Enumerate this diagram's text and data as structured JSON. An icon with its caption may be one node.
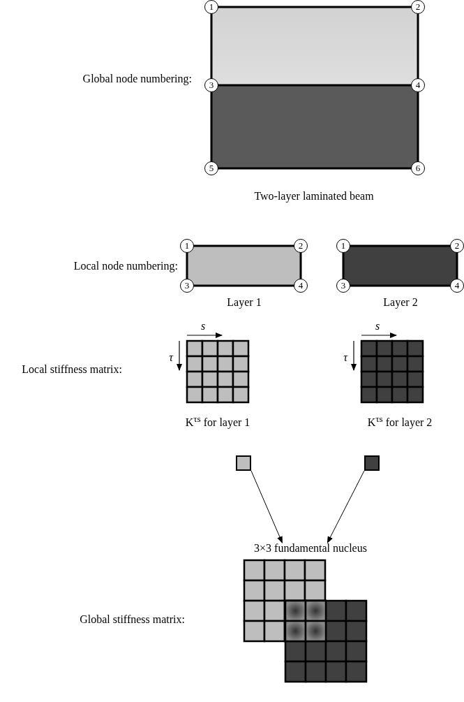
{
  "diagram": {
    "nodes": [
      {
        "text": [
          "1"
        ]
      },
      {
        "text": [
          "2"
        ]
      },
      {
        "text": [
          "3"
        ]
      },
      {
        "text": [
          "4"
        ]
      },
      {
        "text": [
          "5"
        ]
      },
      {
        "text": [
          "6"
        ]
      },
      {
        "text": [
          "1"
        ]
      },
      {
        "text": [
          "2"
        ]
      },
      {
        "text": [
          "3"
        ]
      },
      {
        "text": [
          "4"
        ]
      },
      {
        "text": [
          "1"
        ]
      },
      {
        "text": [
          "2"
        ]
      },
      {
        "text": [
          "3"
        ]
      },
      {
        "text": [
          "4"
        ]
      },
      {
        "text": [],
        "shape": "box"
      },
      {
        "text": [],
        "shape": "box"
      },
      {
        "text": [
          "3×3 fundamental nucleus"
        ]
      }
    ],
    "edges": [
      {
        "from": 14,
        "to": 16,
        "arrow": "to"
      },
      {
        "from": 15,
        "to": 16,
        "arrow": "to"
      }
    ],
    "labels": [
      "Global node numbering:",
      "Two-layer laminated beam",
      "Local node numbering:",
      "Layer 1",
      "Layer 2",
      "s",
      "s",
      "τ",
      "τ",
      "Local stiffness matrix:",
      "K$^{τs}$ for layer 1",
      "K$^{τs}$ for layer 2",
      "Global stiffness matrix:"
    ]
  }
}
